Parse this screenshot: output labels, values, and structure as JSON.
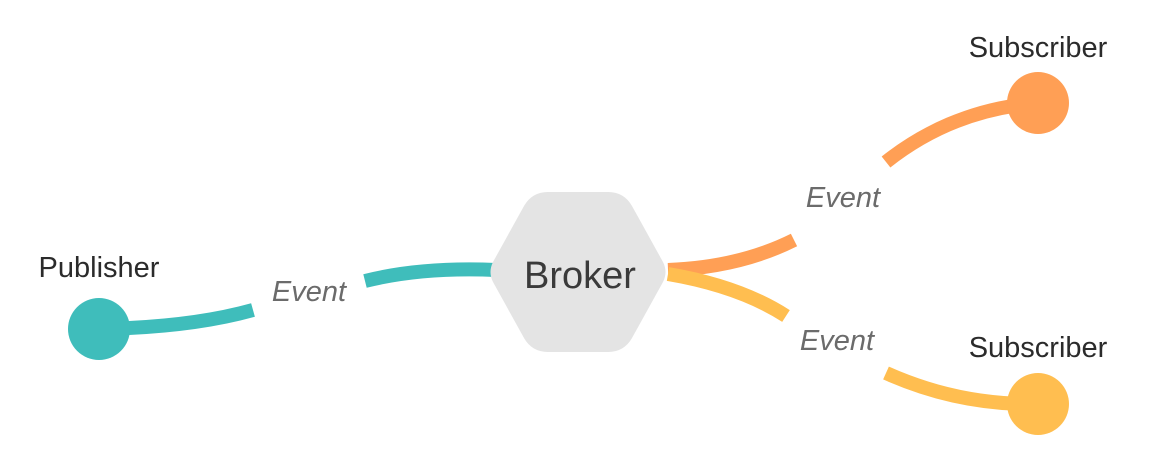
{
  "nodes": {
    "publisher": {
      "label": "Publisher",
      "color": "#3fbdbb"
    },
    "broker": {
      "label": "Broker",
      "color": "#e4e4e4"
    },
    "subscriber_top": {
      "label": "Subscriber",
      "color": "#ff9f55"
    },
    "subscriber_bottom": {
      "label": "Subscriber",
      "color": "#ffbe50"
    }
  },
  "edges": {
    "publisher_to_broker": {
      "label": "Event",
      "color": "#3fbdbb"
    },
    "broker_to_subscriber_top": {
      "label": "Event",
      "color": "#ff9f55"
    },
    "broker_to_subscriber_bottom": {
      "label": "Event",
      "color": "#ffbe50"
    }
  }
}
